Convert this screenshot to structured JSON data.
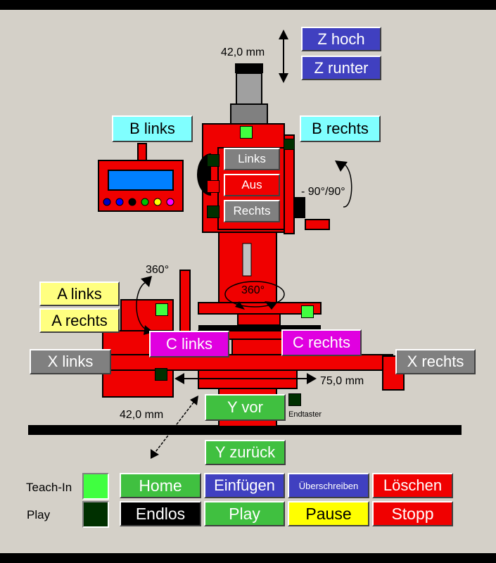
{
  "colors": {
    "machine_red": "#f00000",
    "panel_bg": "#d4d0c8",
    "led_on": "#40ff40",
    "led_off": "#003000",
    "button_blue": "#4040c0",
    "button_green": "#40c040"
  },
  "machine": {
    "z_axis": {
      "up_label": "Z hoch",
      "down_label": "Z runter",
      "value": "42,0 mm"
    },
    "b_axis": {
      "left_label": "B links",
      "right_label": "B rechts",
      "range": "- 90°/90°"
    },
    "spindle": {
      "left_label": "Links",
      "off_label": "Aus",
      "right_label": "Rechts"
    },
    "a_axis": {
      "left_label": "A links",
      "right_label": "A rechts",
      "range": "360°"
    },
    "c_axis": {
      "left_label": "C links",
      "right_label": "C rechts",
      "range": "360°"
    },
    "x_axis": {
      "left_label": "X links",
      "right_label": "X rechts",
      "value": "75,0 mm"
    },
    "y_axis": {
      "forward_label": "Y vor",
      "back_label": "Y zurück",
      "value": "42,0 mm",
      "limit_switch_label": "Endtaster"
    }
  },
  "controls": {
    "teach_in_label": "Teach-In",
    "play_label": "Play",
    "home_label": "Home",
    "insert_label": "Einfügen",
    "overwrite_label": "Überschreiben",
    "delete_label": "Löschen",
    "endless_label": "Endlos",
    "play_button_label": "Play",
    "pause_label": "Pause",
    "stop_label": "Stopp"
  }
}
